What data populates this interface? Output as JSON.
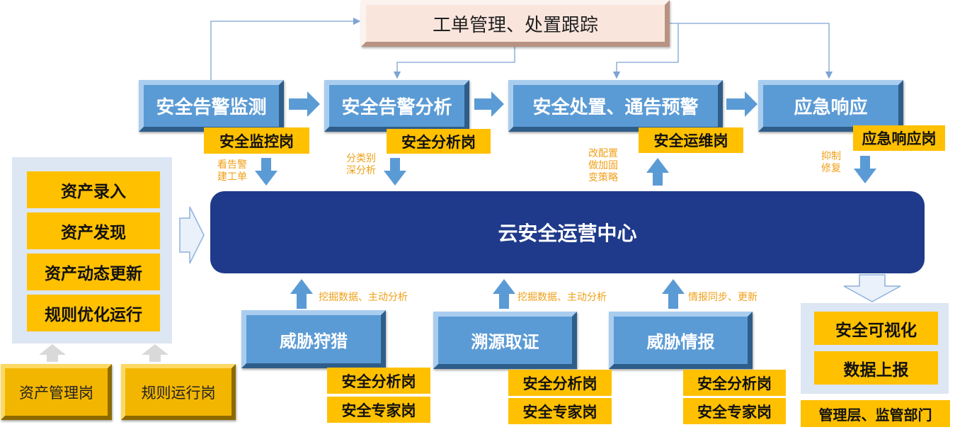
{
  "top_box": {
    "label": "工单管理、处置跟踪"
  },
  "stages": [
    {
      "label": "安全告警监测",
      "role": "安全监控岗",
      "note": [
        "看告警",
        "建工单"
      ]
    },
    {
      "label": "安全告警分析",
      "role": "安全分析岗",
      "note": [
        "分类别",
        "深分析"
      ]
    },
    {
      "label": "安全处置、通告预警",
      "role": "安全运维岗",
      "note": [
        "改配置",
        "做加固",
        "变策略"
      ]
    },
    {
      "label": "应急响应",
      "role": "应急响应岗",
      "note": [
        "抑制",
        "修复"
      ]
    }
  ],
  "center": {
    "label": "云安全运营中心"
  },
  "left_panel": {
    "items": [
      "资产录入",
      "资产发现",
      "资产动态更新",
      "规则优化运行"
    ]
  },
  "left_roles": [
    "资产管理岗",
    "规则运行岗"
  ],
  "bottom_boxes": [
    {
      "label": "威胁狩猎",
      "note": "挖掘数据、主动分析",
      "roles": [
        "安全分析岗",
        "安全专家岗"
      ]
    },
    {
      "label": "溯源取证",
      "note": "挖掘数据、主动分析",
      "roles": [
        "安全分析岗",
        "安全专家岗"
      ]
    },
    {
      "label": "威胁情报",
      "note": "情报同步、更新",
      "roles": [
        "安全分析岗",
        "安全专家岗"
      ]
    }
  ],
  "right_panel": {
    "items": [
      "安全可视化",
      "数据上报"
    ],
    "caption": "管理层、监管部门"
  },
  "colors": {
    "blue_box": "#5b9bd5",
    "center": "#1f3a8a",
    "tag": "#ffc000",
    "note": "#f0a018",
    "panel": "#dde6f3",
    "top_box": "#fae5dc"
  }
}
